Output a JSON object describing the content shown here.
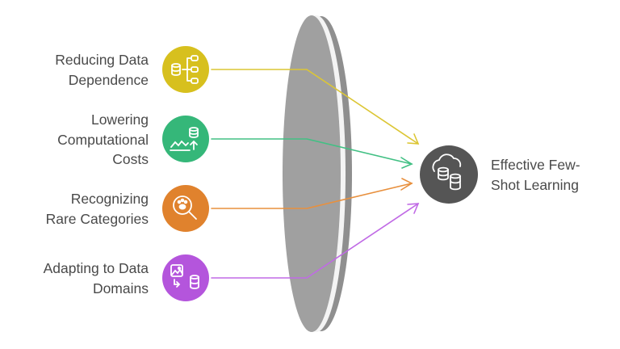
{
  "inputs": [
    {
      "lines": [
        "Reducing Data",
        "Dependence"
      ],
      "icon": "database-hierarchy-icon",
      "color": "#d7c01e",
      "line_color": "#dcc635"
    },
    {
      "lines": [
        "Lowering",
        "Computational",
        "Costs"
      ],
      "icon": "database-cost-reduction-icon",
      "color": "#35b779",
      "line_color": "#42c084"
    },
    {
      "lines": [
        "Recognizing",
        "Rare Categories"
      ],
      "icon": "paw-magnifier-icon",
      "color": "#e0822d",
      "line_color": "#e8903e"
    },
    {
      "lines": [
        "Adapting to Data",
        "Domains"
      ],
      "icon": "image-to-database-icon",
      "color": "#b455dc",
      "line_color": "#c06ae5"
    }
  ],
  "output": {
    "lines": [
      "Effective Few-",
      "Shot Learning"
    ],
    "icon": "databases-icon",
    "color": "#555555"
  },
  "lens": {
    "color": "#9b9b9b",
    "edge_color": "#8a8a8a"
  }
}
